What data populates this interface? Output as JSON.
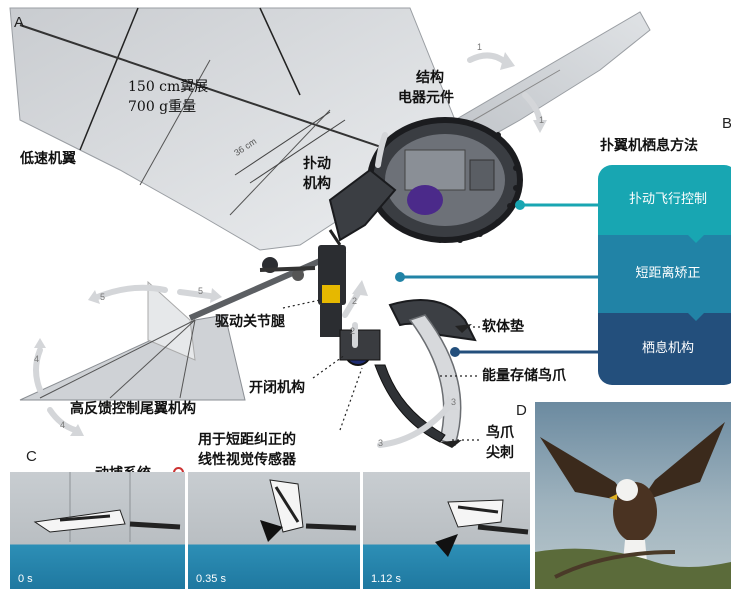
{
  "panels": {
    "a": "A",
    "b": "B",
    "c": "C",
    "d": "D"
  },
  "labels": {
    "wingspan": "150 cm翼展",
    "weight": "700 g重量",
    "slow_wing": "低速机翼",
    "structure": "结构",
    "electronics": "电器元件",
    "flapping_1": "扑动",
    "flapping_2": "机构",
    "drive_joint_leg": "驱动关节腿",
    "open_close": "开闭机构",
    "tail": "高反馈控制尾翼机构",
    "soft_pad": "软体垫",
    "energy_claw": "能量存储鸟爪",
    "claw_spine_1": "鸟爪",
    "claw_spine_2": "尖刺",
    "vision_sensor_1": "用于短距纠正的",
    "vision_sensor_2": "线性视觉传感器",
    "mocap": "动捕系统",
    "wing_ruler": "36 cm"
  },
  "steps": [
    "1",
    "1",
    "2",
    "2",
    "3",
    "3",
    "4",
    "4",
    "5",
    "5"
  ],
  "flow": {
    "title": "扑翼机栖息方法",
    "items": [
      "扑动飞行控制",
      "短距离矫正",
      "栖息机构"
    ],
    "colors": [
      "#18a6b2",
      "#2183a6",
      "#234f7c"
    ]
  },
  "frames": [
    {
      "time": "0 s"
    },
    {
      "time": "0.35 s"
    },
    {
      "time": "1.12 s"
    }
  ]
}
